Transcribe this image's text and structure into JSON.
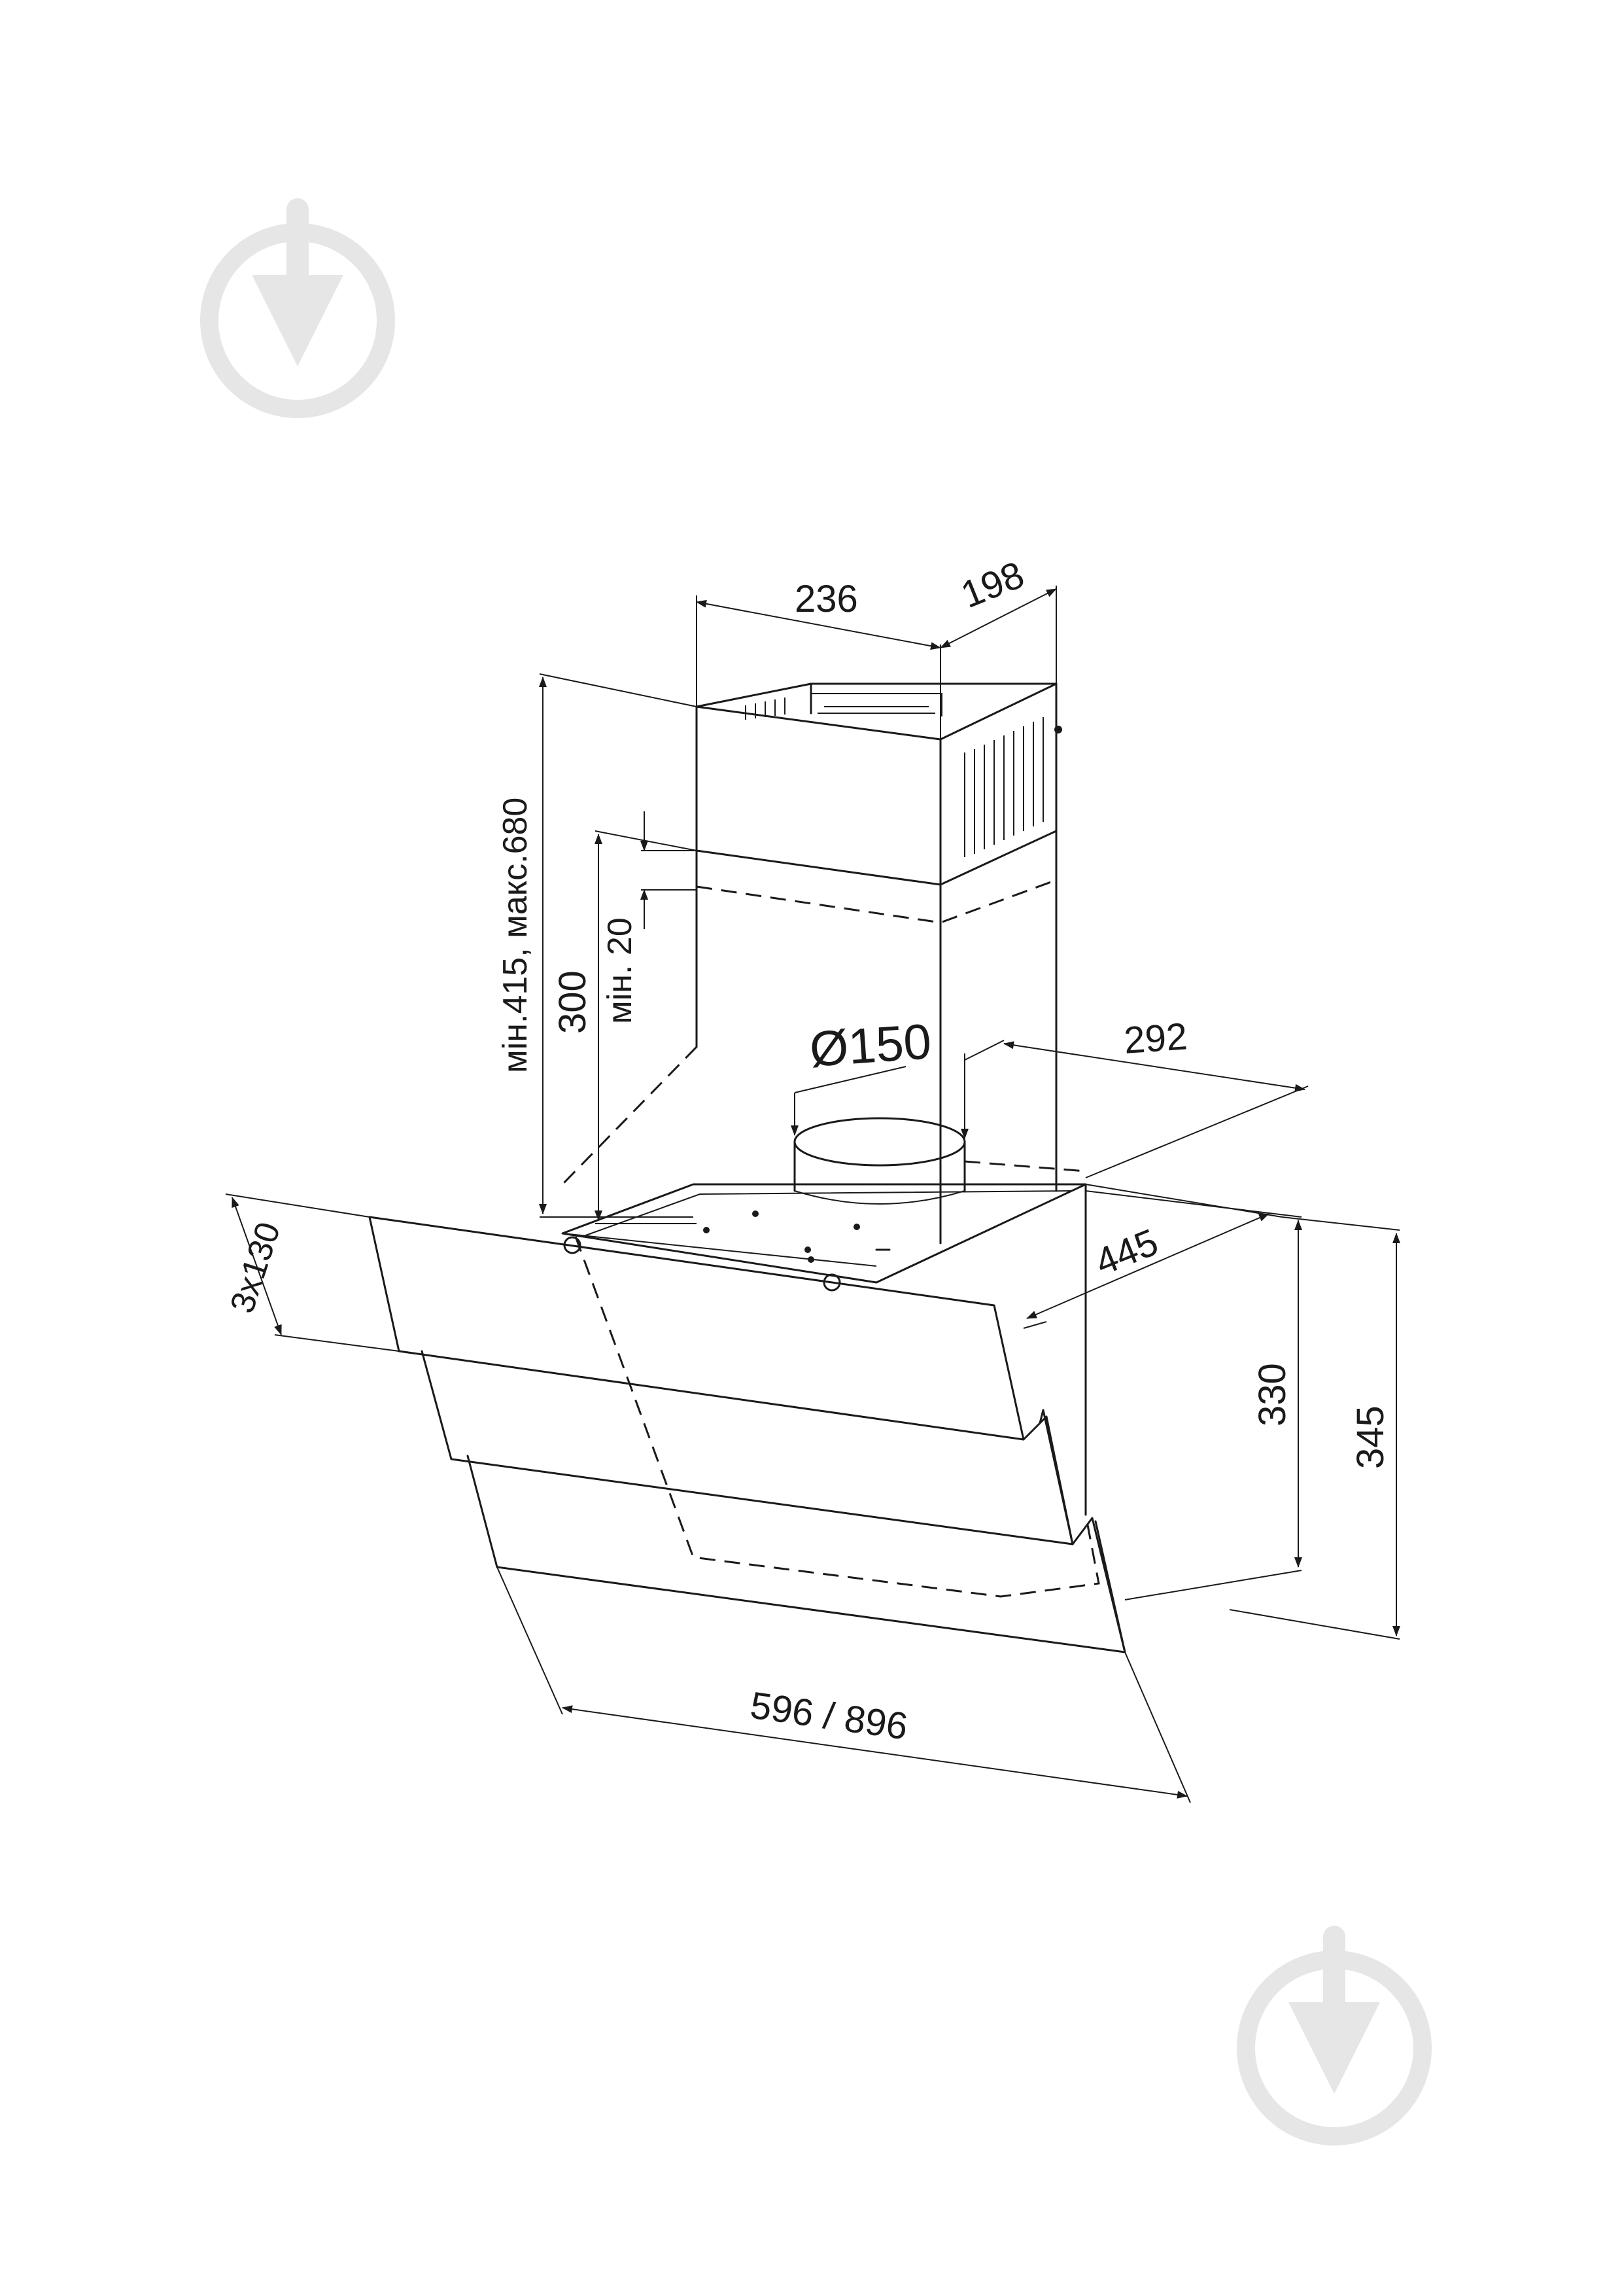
{
  "dimensions": {
    "chimney_width": "236",
    "chimney_depth": "198",
    "chimney_height_range": "мін.415, макс.680",
    "lower_duct_height": "300",
    "min_overlap": "мін. 20",
    "duct_diameter": "Ø150",
    "duct_offset": "292",
    "hood_depth": "445",
    "glass_panels": "3x130",
    "hood_height_front": "330",
    "hood_height_total": "345",
    "hood_width": "596 / 896"
  },
  "colors": {
    "line": "#1a1a1a",
    "watermark": "#e6e6e6"
  },
  "icons": [
    "watermark-logo-icon",
    "watermark-logo-icon"
  ]
}
